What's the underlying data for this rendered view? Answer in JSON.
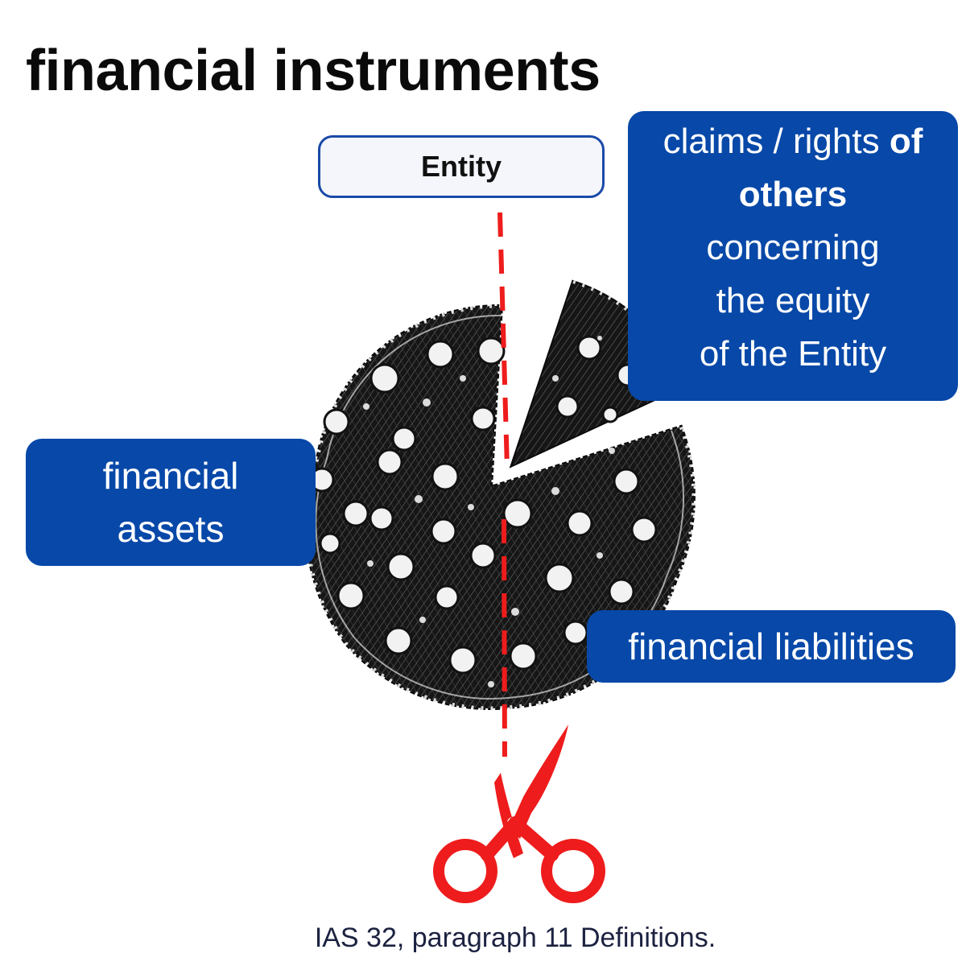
{
  "title": "financial instruments",
  "entity_label": "Entity",
  "claims_box": {
    "line1_normal": "claims / rights ",
    "line1_bold": "of",
    "line2_bold": "others",
    "line3": "concerning",
    "line4": "the equity",
    "line5": "of the Entity"
  },
  "assets_box": {
    "line1": "financial",
    "line2": "assets"
  },
  "liabilities_box": {
    "label": "financial liabilities"
  },
  "caption": "IAS 32, paragraph 11 Definitions.",
  "colors": {
    "accent_blue": "#0748a8",
    "cut_red": "#ee1c1c",
    "entity_border": "#1a4aa8"
  },
  "icons": [
    "pie-illustration",
    "scissors-icon",
    "cut-line"
  ]
}
